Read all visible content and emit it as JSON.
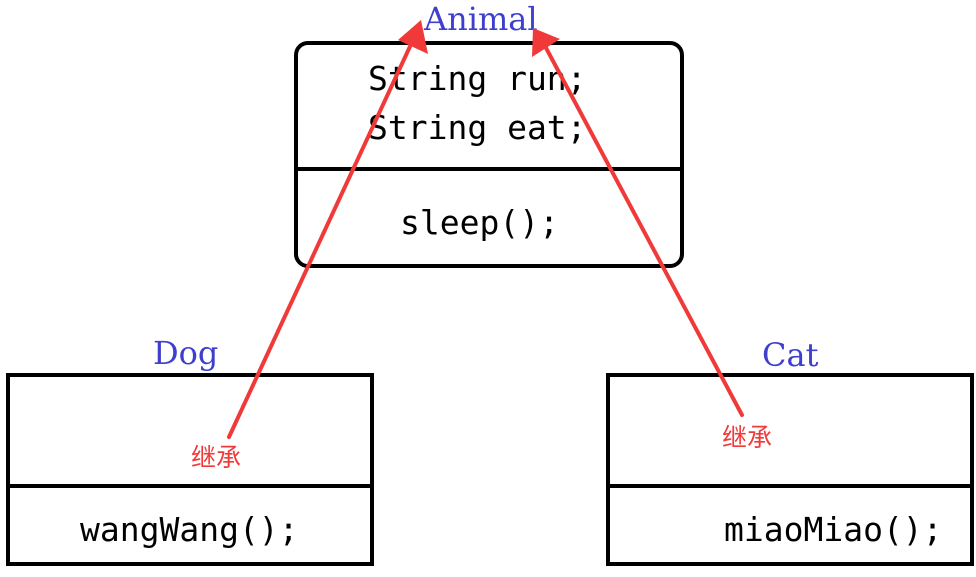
{
  "colors": {
    "class_name": "#3f3fcf",
    "arrow": "#f03a3a",
    "relation_label": "#f03a3a",
    "border": "#000000"
  },
  "classes": {
    "animal": {
      "name": "Animal",
      "attributes": [
        "String run;",
        "String eat;"
      ],
      "methods": [
        "sleep();"
      ]
    },
    "dog": {
      "name": "Dog",
      "attributes": [],
      "methods": [
        "wangWang();"
      ]
    },
    "cat": {
      "name": "Cat",
      "attributes": [],
      "methods": [
        "miaoMiao();"
      ]
    }
  },
  "relations": [
    {
      "from": "Dog",
      "to": "Animal",
      "label": "继承"
    },
    {
      "from": "Cat",
      "to": "Animal",
      "label": "继承"
    }
  ]
}
